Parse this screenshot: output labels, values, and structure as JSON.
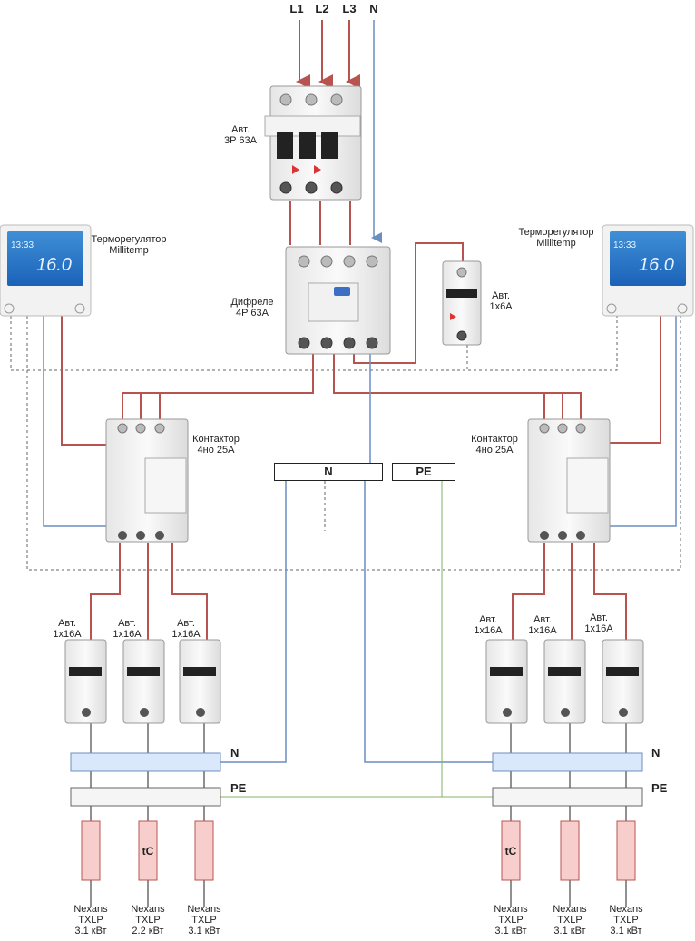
{
  "inputs": {
    "l1": "L1",
    "l2": "L2",
    "l3": "L3",
    "n": "N"
  },
  "main_breaker": {
    "line1": "Авт.",
    "line2": "3P 63A"
  },
  "rcbo": {
    "line1": "Дифреле",
    "line2": "4P 63A"
  },
  "aux_breaker": {
    "line1": "Авт.",
    "line2": "1х6А"
  },
  "thermostat_left": {
    "line1": "Терморегулятор",
    "line2": "Millitemp",
    "time": "13:33",
    "temp": "16.0"
  },
  "thermostat_right": {
    "line1": "Терморегулятор",
    "line2": "Millitemp",
    "time": "13:33",
    "temp": "16.0"
  },
  "contactor_left": {
    "line1": "Контактор",
    "line2": "4но 25А"
  },
  "contactor_right": {
    "line1": "Контактор",
    "line2": "4но 25А"
  },
  "n_box": "N",
  "pe_box": "PE",
  "breakers_left": [
    {
      "line1": "Авт.",
      "line2": "1х16А"
    },
    {
      "line1": "Авт.",
      "line2": "1х16А"
    },
    {
      "line1": "Авт.",
      "line2": "1х16А"
    }
  ],
  "breakers_right": [
    {
      "line1": "Авт.",
      "line2": "1х16А"
    },
    {
      "line1": "Авт.",
      "line2": "1х16А"
    },
    {
      "line1": "Авт.",
      "line2": "1х16А"
    }
  ],
  "bus": {
    "n_left": "N",
    "pe_left": "PE",
    "n_right": "N",
    "pe_right": "PE"
  },
  "sensor_label": "tC",
  "loads_left": [
    {
      "name": "Nexans",
      "model": "TXLP",
      "power": "3.1 кВт"
    },
    {
      "name": "Nexans",
      "model": "TXLP",
      "power": "2.2 кВт"
    },
    {
      "name": "Nexans",
      "model": "TXLP",
      "power": "3.1 кВт"
    }
  ],
  "loads_right": [
    {
      "name": "Nexans",
      "model": "TXLP",
      "power": "3.1 кВт"
    },
    {
      "name": "Nexans",
      "model": "TXLP",
      "power": "3.1 кВт"
    },
    {
      "name": "Nexans",
      "model": "TXLP",
      "power": "3.1 кВт"
    }
  ],
  "colors": {
    "phase": "#b85450",
    "neutral": "#6c8ebf",
    "pe": "#82b366",
    "control": "#666666"
  }
}
